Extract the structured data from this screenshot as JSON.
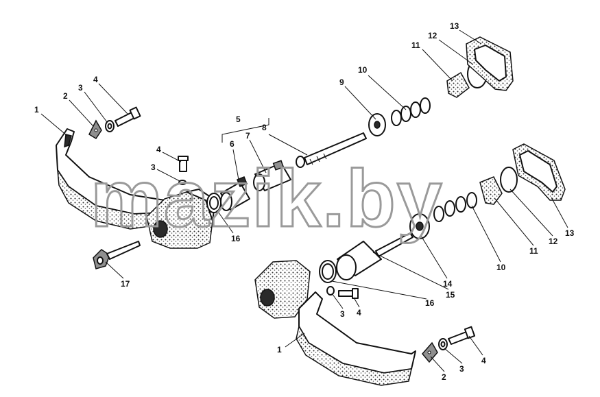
{
  "watermark": "mazik.by",
  "callouts": [
    {
      "id": "c1a",
      "text": "1"
    },
    {
      "id": "c2a",
      "text": "2"
    },
    {
      "id": "c3a",
      "text": "3"
    },
    {
      "id": "c4a",
      "text": "4"
    },
    {
      "id": "c4b",
      "text": "4"
    },
    {
      "id": "c3b",
      "text": "3"
    },
    {
      "id": "c5",
      "text": "5"
    },
    {
      "id": "c6",
      "text": "6"
    },
    {
      "id": "c7",
      "text": "7"
    },
    {
      "id": "c8",
      "text": "8"
    },
    {
      "id": "c9",
      "text": "9"
    },
    {
      "id": "c10a",
      "text": "10"
    },
    {
      "id": "c11a",
      "text": "11"
    },
    {
      "id": "c12a",
      "text": "12"
    },
    {
      "id": "c13a",
      "text": "13"
    },
    {
      "id": "c16a",
      "text": "16"
    },
    {
      "id": "c17",
      "text": "17"
    },
    {
      "id": "c13b",
      "text": "13"
    },
    {
      "id": "c12b",
      "text": "12"
    },
    {
      "id": "c11b",
      "text": "11"
    },
    {
      "id": "c10b",
      "text": "10"
    },
    {
      "id": "c14",
      "text": "14"
    },
    {
      "id": "c15",
      "text": "15"
    },
    {
      "id": "c16b",
      "text": "16"
    },
    {
      "id": "c3c",
      "text": "3"
    },
    {
      "id": "c4c",
      "text": "4"
    },
    {
      "id": "c1b",
      "text": "1"
    },
    {
      "id": "c2b",
      "text": "2"
    },
    {
      "id": "c3d",
      "text": "3"
    },
    {
      "id": "c4d",
      "text": "4"
    }
  ]
}
